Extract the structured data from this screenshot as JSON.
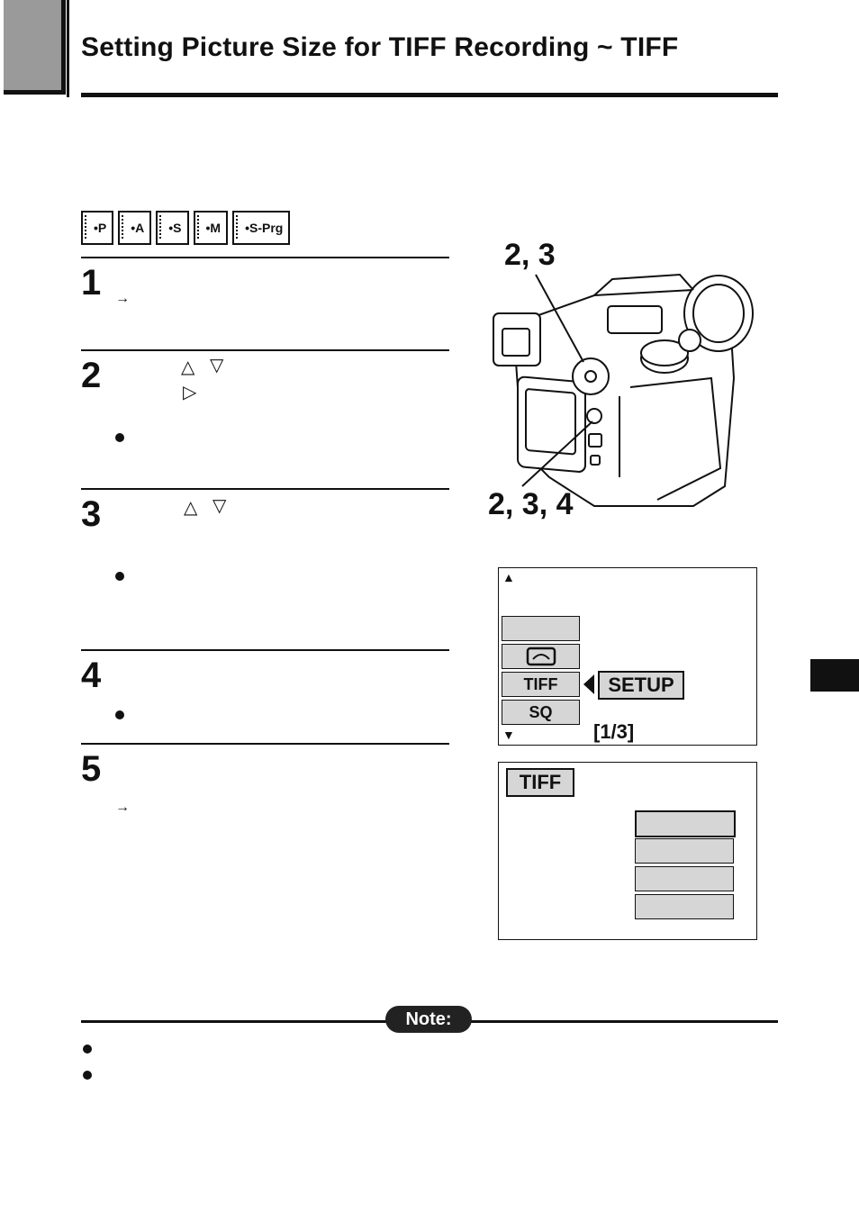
{
  "header": {
    "title": "Setting Picture Size for TIFF Recording ~ TIFF"
  },
  "modes": [
    "•P",
    "•A",
    "•S",
    "•M",
    "•S-Prg"
  ],
  "steps": [
    {
      "number": "1"
    },
    {
      "number": "2"
    },
    {
      "number": "3"
    },
    {
      "number": "4"
    },
    {
      "number": "5"
    }
  ],
  "glyphs": {
    "arrow": "→",
    "up": "△",
    "down": "▽",
    "right": "▷"
  },
  "camera_labels": {
    "top": "2, 3",
    "bottom": "2, 3, 4"
  },
  "screen1": {
    "items": [
      "",
      "",
      "TIFF",
      "SQ"
    ],
    "setup": "SETUP",
    "page": "[1/3]",
    "up_arrow": "▲",
    "down_arrow": "▼"
  },
  "screen2": {
    "tag": "TIFF"
  },
  "note": {
    "label": "Note:"
  }
}
